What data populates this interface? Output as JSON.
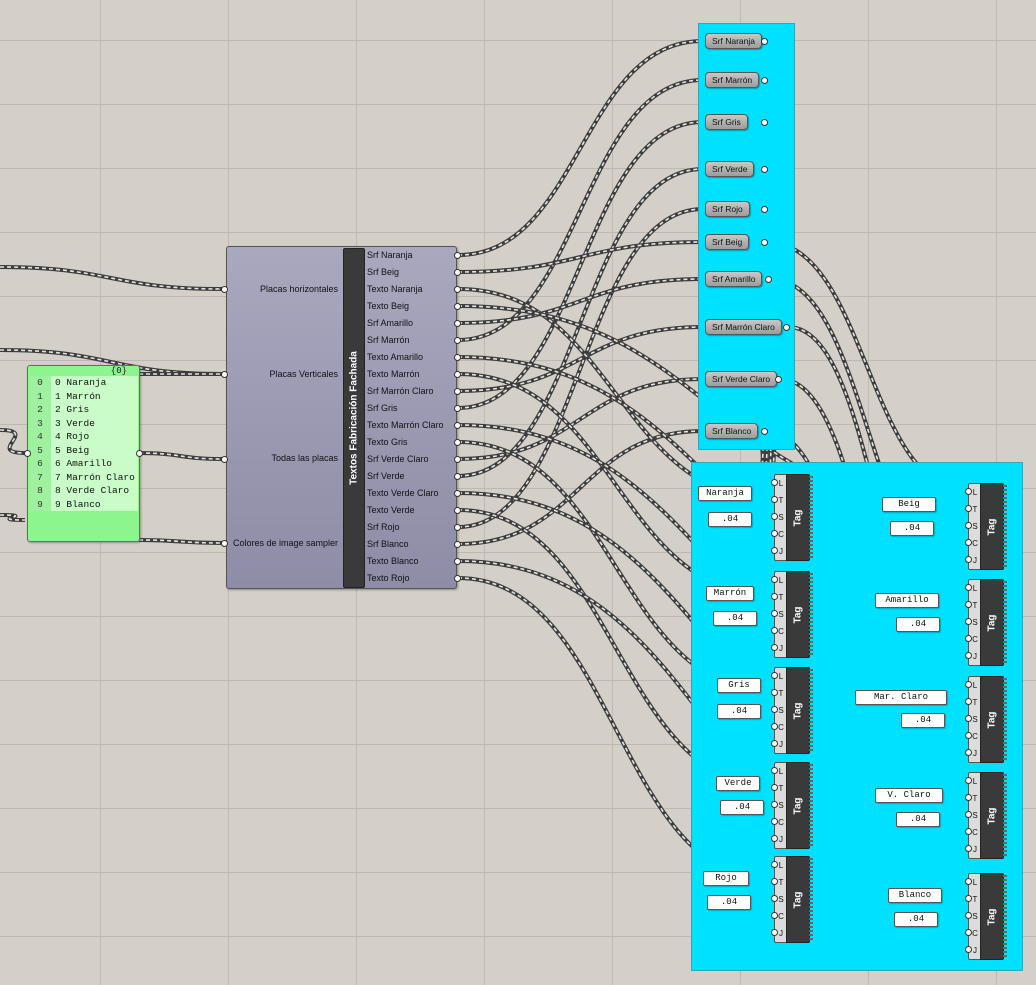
{
  "panel": {
    "header": "{0}",
    "items": [
      {
        "index": "0",
        "value": "0 Naranja"
      },
      {
        "index": "1",
        "value": "1 Marrón"
      },
      {
        "index": "2",
        "value": "2 Gris"
      },
      {
        "index": "3",
        "value": "3 Verde"
      },
      {
        "index": "4",
        "value": "4 Rojo"
      },
      {
        "index": "5",
        "value": "5 Beig"
      },
      {
        "index": "6",
        "value": "6 Amarillo"
      },
      {
        "index": "7",
        "value": "7 Marrón Claro"
      },
      {
        "index": "8",
        "value": "8 Verde Claro"
      },
      {
        "index": "9",
        "value": "9 Blanco"
      }
    ]
  },
  "cluster": {
    "title": "Textos Fabricación Fachada",
    "inputs": [
      "Placas horizontales",
      "Placas Verticales",
      "Todas las placas",
      "Colores de image sampler"
    ],
    "outputs": [
      "Srf Naranja",
      "Srf Beig",
      "Texto Naranja",
      "Texto Beig",
      "Srf Amarillo",
      "Srf Marrón",
      "Texto Amarillo",
      "Texto Marrón",
      "Srf Marrón Claro",
      "Srf Gris",
      "Texto Marrón Claro",
      "Texto Gris",
      "Srf Verde Claro",
      "Srf Verde",
      "Texto Verde Claro",
      "Texto Verde",
      "Srf Rojo",
      "Srf Blanco",
      "Texto Blanco",
      "Texto Rojo"
    ]
  },
  "surfaces": [
    "Srf Naranja",
    "Srf Marrón",
    "Srf Gris",
    "Srf Verde",
    "Srf Rojo",
    "Srf Beig",
    "Srf Amarillo",
    "Srf Marrón Claro",
    "Srf Verde Claro",
    "Srf Blanco"
  ],
  "tag": {
    "title": "Tag",
    "inputs": [
      "L",
      "T",
      "S",
      "C",
      "J"
    ]
  },
  "tags": [
    {
      "text": "Naranja",
      "size": ".04"
    },
    {
      "text": "Marrón",
      "size": ".04"
    },
    {
      "text": "Gris",
      "size": ".04"
    },
    {
      "text": "Verde",
      "size": ".04"
    },
    {
      "text": "Rojo",
      "size": ".04"
    },
    {
      "text": "Beig",
      "size": ".04"
    },
    {
      "text": "Amarillo",
      "size": ".04"
    },
    {
      "text": "Mar. Claro",
      "size": ".04"
    },
    {
      "text": "V. Claro",
      "size": ".04"
    },
    {
      "text": "Blanco",
      "size": ".04"
    }
  ],
  "colors": {
    "canvas": "#d4d0c8",
    "group": "#00e1ff",
    "panel": "#8df58d",
    "wire": "#3c3c3c"
  }
}
